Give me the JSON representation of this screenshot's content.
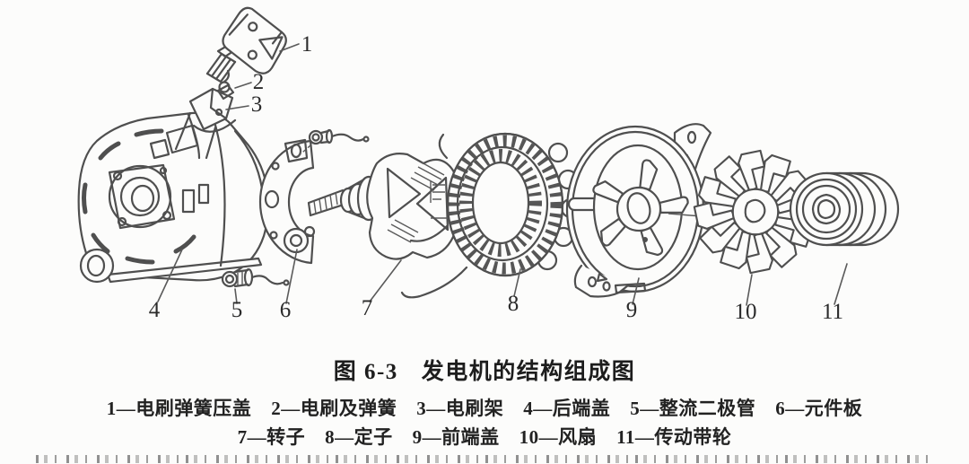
{
  "figure_caption": {
    "label": "图 6-3",
    "title": "发电机的结构组成图"
  },
  "diagram": {
    "callouts": [
      "1",
      "2",
      "3",
      "4",
      "5",
      "6",
      "7",
      "8",
      "9",
      "10",
      "11"
    ]
  },
  "legend": {
    "row1": [
      "1—电刷弹簧压盖",
      "2—电刷及弹簧",
      "3—电刷架",
      "4—后端盖",
      "5—整流二极管",
      "6—元件板"
    ],
    "row2": [
      "7—转子",
      "8—定子",
      "9—前端盖",
      "10—风扇",
      "11—传动带轮"
    ]
  },
  "parts": [
    {
      "num": "1",
      "name": "电刷弹簧压盖"
    },
    {
      "num": "2",
      "name": "电刷及弹簧"
    },
    {
      "num": "3",
      "name": "电刷架"
    },
    {
      "num": "4",
      "name": "后端盖"
    },
    {
      "num": "5",
      "name": "整流二极管"
    },
    {
      "num": "6",
      "name": "元件板"
    },
    {
      "num": "7",
      "name": "转子"
    },
    {
      "num": "8",
      "name": "定子"
    },
    {
      "num": "9",
      "name": "前端盖"
    },
    {
      "num": "10",
      "name": "风扇"
    },
    {
      "num": "11",
      "name": "传动带轮"
    }
  ],
  "colors": {
    "line": "#4f4f4f",
    "text": "#1e1e1e",
    "background": "#fcfcfb"
  }
}
